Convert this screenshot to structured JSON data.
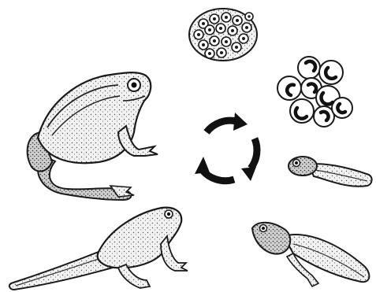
{
  "diagram": {
    "stages": [
      {
        "id": "egg-cluster",
        "icon": "frog-spawn-icon"
      },
      {
        "id": "developing-embryos",
        "icon": "embryo-eggs-icon"
      },
      {
        "id": "tadpole",
        "icon": "tadpole-icon"
      },
      {
        "id": "tadpole-with-legs",
        "icon": "tadpole-legs-icon"
      },
      {
        "id": "froglet",
        "icon": "froglet-icon"
      },
      {
        "id": "adult-frog",
        "icon": "adult-frog-icon"
      }
    ],
    "cycle": {
      "direction": "clockwise",
      "arrow_count": 3,
      "icon": "cycle-arrows-icon"
    },
    "colors": {
      "ink": "#1a1a1a",
      "paper": "#ffffff",
      "fill": "#e8e8e8"
    }
  }
}
